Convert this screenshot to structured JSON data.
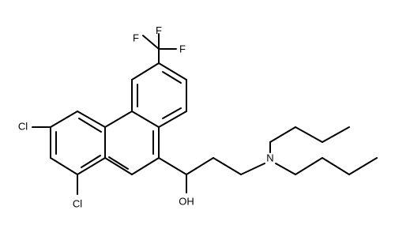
{
  "structure": {
    "atoms": {
      "F_top": "F",
      "F_left": "F",
      "F_right": "F",
      "Cl_upper": "Cl",
      "Cl_lower": "Cl",
      "N": "N",
      "OH": "OH"
    }
  },
  "colors": {
    "bond": "#000000",
    "label": "#000000",
    "background": "#ffffff"
  }
}
